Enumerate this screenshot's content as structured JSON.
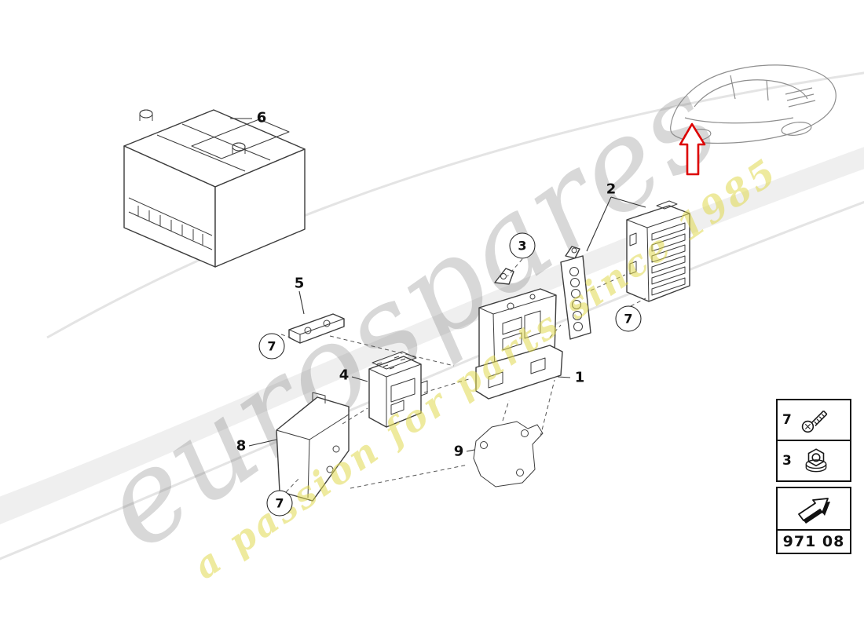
{
  "diagram": {
    "part_group_code": "971 08",
    "watermark": {
      "brand": "eurospares",
      "tagline": "a passion for parts since 1985"
    },
    "callouts": {
      "fuse_box": "1",
      "fuse_carrier": "2",
      "nut": "3",
      "control_unit": "4",
      "bracket": "5",
      "battery": "6",
      "screw_near_bracket": "7",
      "screw_near_carrier": "7",
      "screw_near_cover": "7",
      "cover": "8",
      "plate": "9"
    },
    "legend": {
      "rows": [
        {
          "num": "7",
          "icon": "screw-icon"
        },
        {
          "num": "3",
          "icon": "nut-icon"
        }
      ]
    }
  }
}
